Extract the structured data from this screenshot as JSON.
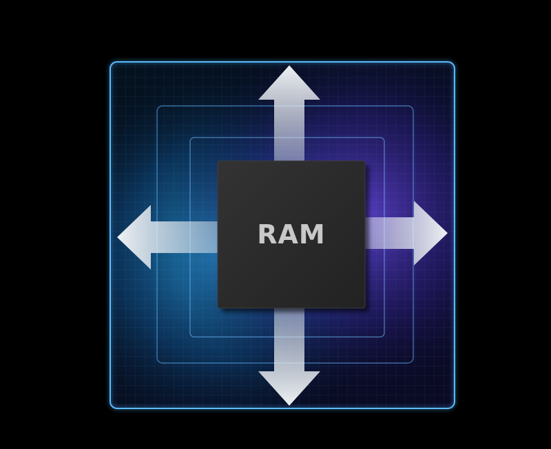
{
  "diagram": {
    "chip_label": "RAM",
    "arrows": [
      "up",
      "down",
      "left",
      "right"
    ],
    "icons": {
      "chip": "memory-chip-icon",
      "expand": "expand-arrows-icon"
    },
    "colors": {
      "background": "#000000",
      "frame_outline": "#49b4ff",
      "glow_cyan": "#1a8fd6",
      "glow_violet": "#5a3ad0",
      "chip_body": "#2b2b2b",
      "chip_text": "#c9c9c9",
      "arrow_fill": "#e6ecf2"
    }
  }
}
